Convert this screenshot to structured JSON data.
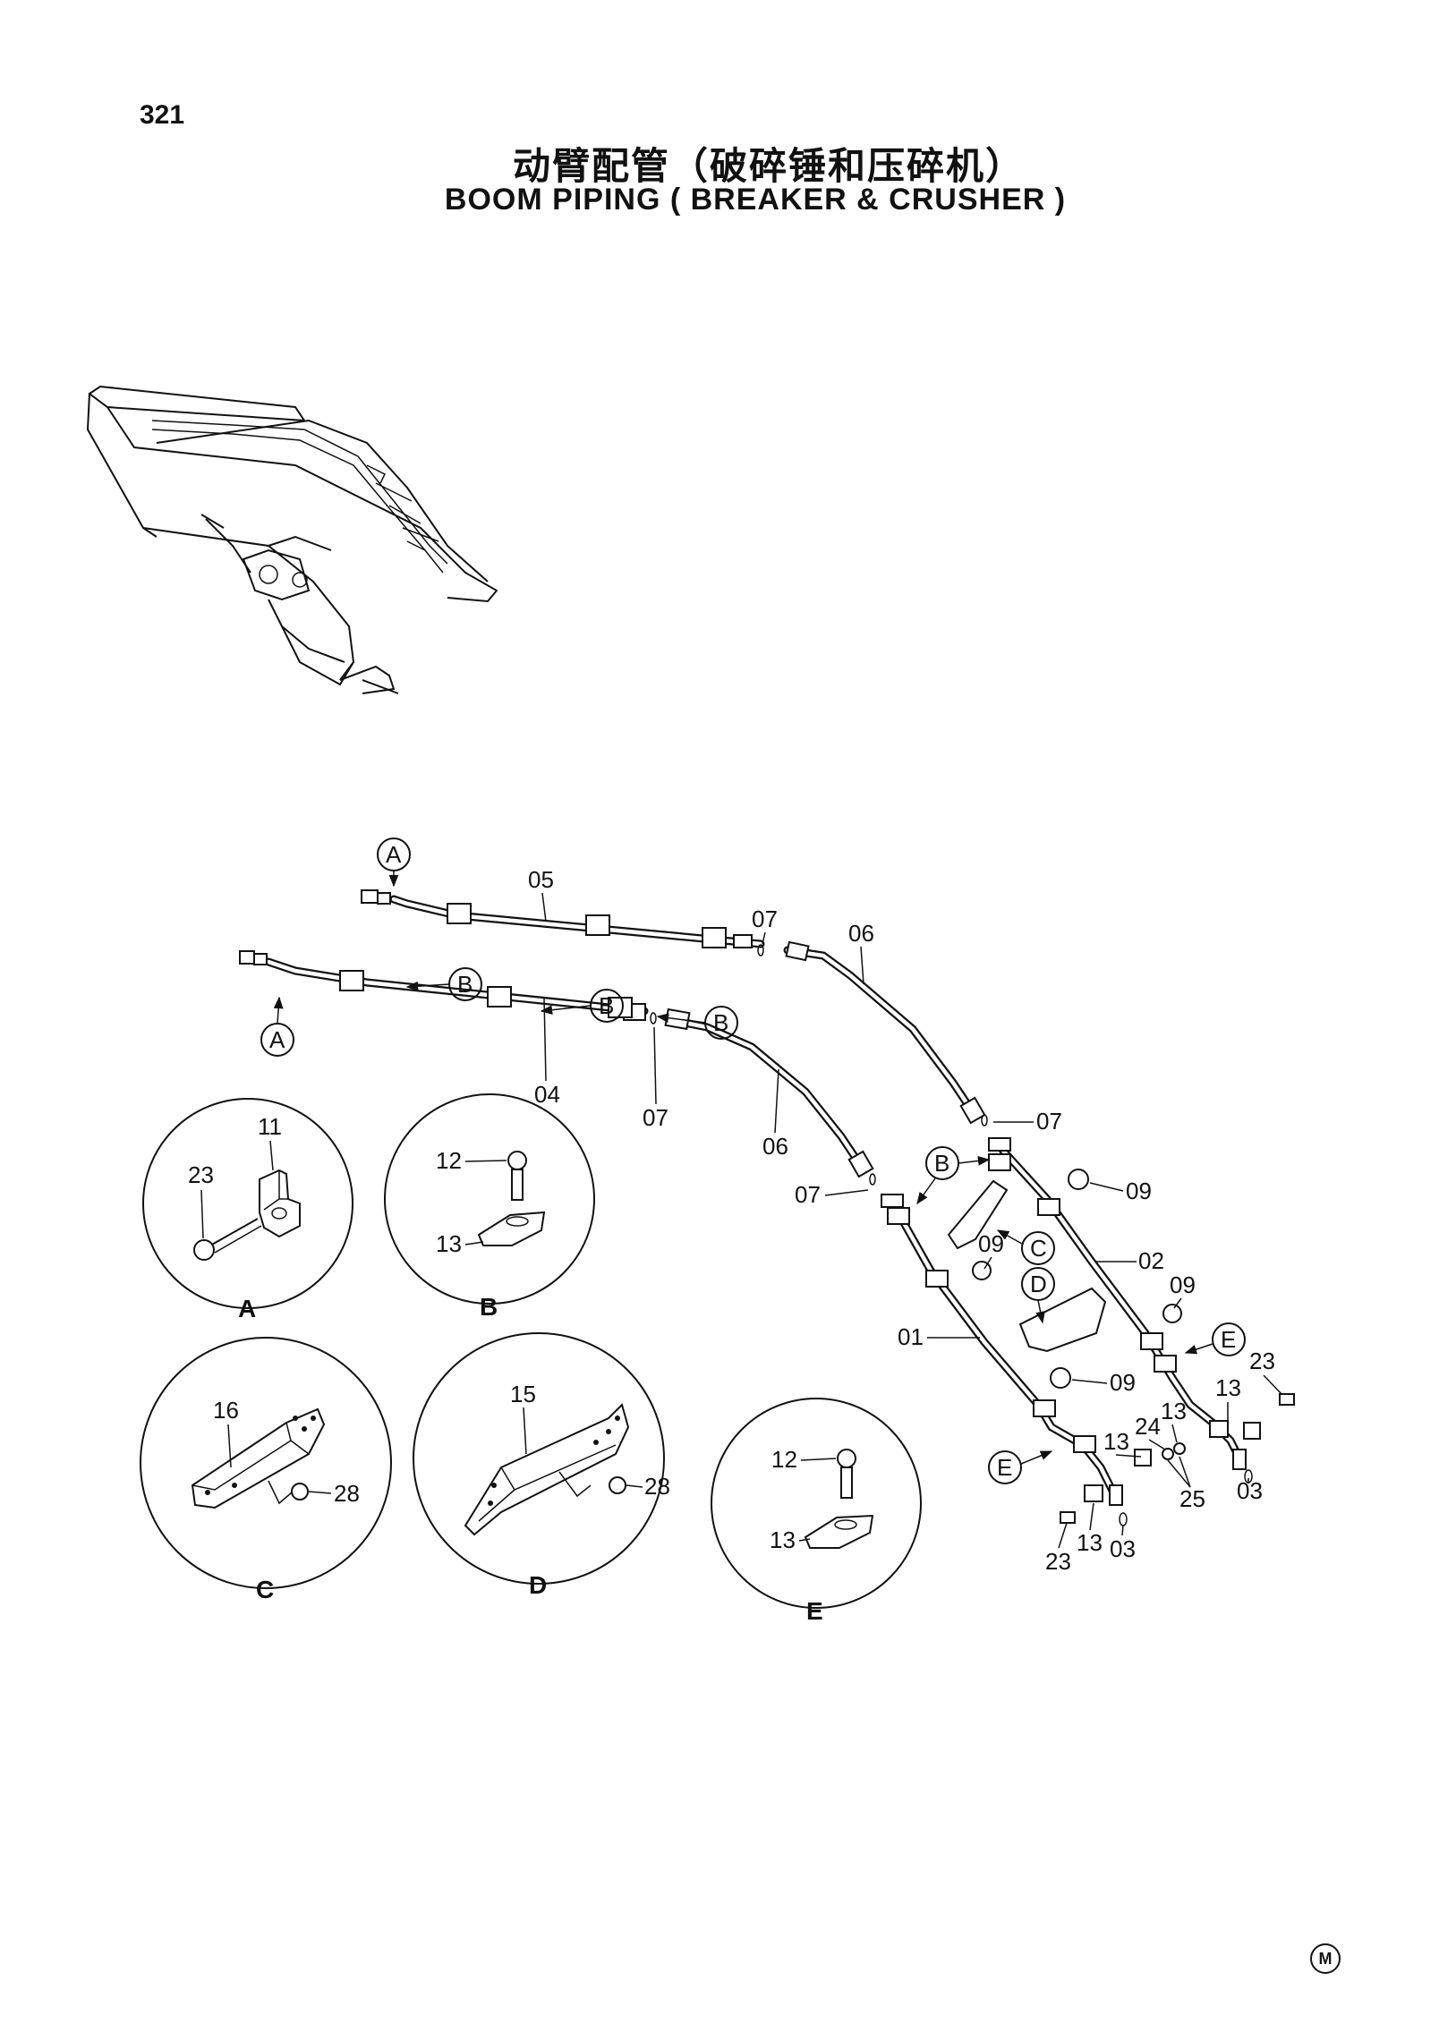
{
  "header": {
    "page_number": "321",
    "title_cn": "动臂配管（破碎锤和压碎机）",
    "title_en": "BOOM PIPING ( BREAKER & CRUSHER )"
  },
  "callouts": {
    "A": "A",
    "B": "B",
    "C": "C",
    "D": "D",
    "E": "E"
  },
  "part_labels": {
    "p01": "01",
    "p02": "02",
    "p03": "03",
    "p04": "04",
    "p05": "05",
    "p06": "06",
    "p07": "07",
    "p09": "09",
    "p11": "11",
    "p12": "12",
    "p13": "13",
    "p15": "15",
    "p16": "16",
    "p23": "23",
    "p24": "24",
    "p25": "25",
    "p28": "28"
  },
  "detail_views": [
    {
      "caption": "A",
      "parts": [
        "11",
        "23"
      ]
    },
    {
      "caption": "B",
      "parts": [
        "12",
        "13"
      ]
    },
    {
      "caption": "C",
      "parts": [
        "16",
        "28"
      ]
    },
    {
      "caption": "D",
      "parts": [
        "15",
        "28"
      ]
    },
    {
      "caption": "E",
      "parts": [
        "12",
        "13"
      ]
    }
  ],
  "corner_mark": "M"
}
